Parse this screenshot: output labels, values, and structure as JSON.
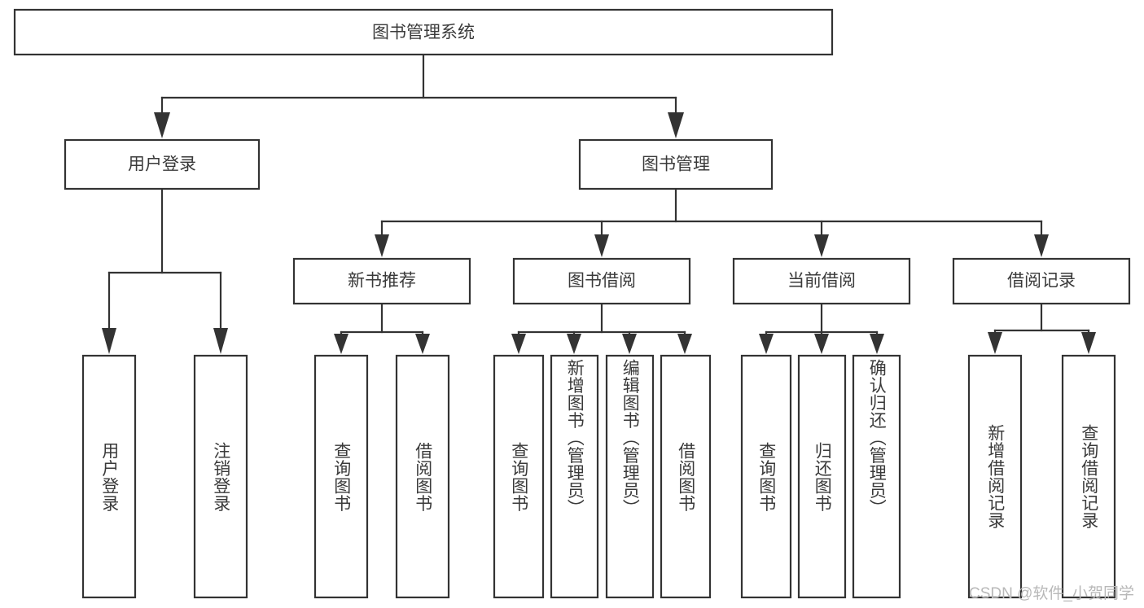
{
  "diagram": {
    "type": "tree",
    "title": "图书管理系统",
    "orientation": "top-down",
    "colors": {
      "background": "#ffffff",
      "stroke": "#333333",
      "text": "#3a3a3a",
      "watermark": "#b8b8b8"
    },
    "root": {
      "label": "图书管理系统"
    },
    "level1": [
      {
        "id": "user-login",
        "label": "用户登录"
      },
      {
        "id": "book-manage",
        "label": "图书管理"
      }
    ],
    "level2": [
      {
        "id": "new-book-recommend",
        "label": "新书推荐",
        "parent": "book-manage"
      },
      {
        "id": "book-borrow",
        "label": "图书借阅",
        "parent": "book-manage"
      },
      {
        "id": "current-borrow",
        "label": "当前借阅",
        "parent": "book-manage"
      },
      {
        "id": "borrow-record",
        "label": "借阅记录",
        "parent": "book-manage"
      }
    ],
    "leaves": [
      {
        "id": "leaf-user-login",
        "label": "用户登录",
        "parent": "user-login"
      },
      {
        "id": "leaf-logout-login",
        "label": "注销登录",
        "parent": "user-login"
      },
      {
        "id": "leaf-query-book-1",
        "label": "查询图书",
        "parent": "new-book-recommend"
      },
      {
        "id": "leaf-borrow-book-1",
        "label": "借阅图书",
        "parent": "new-book-recommend"
      },
      {
        "id": "leaf-query-book-2",
        "label": "查询图书",
        "parent": "book-borrow"
      },
      {
        "id": "leaf-add-book",
        "label": "新增图书（管理员）",
        "parent": "book-borrow"
      },
      {
        "id": "leaf-edit-book",
        "label": "编辑图书（管理员）",
        "parent": "book-borrow"
      },
      {
        "id": "leaf-borrow-book-2",
        "label": "借阅图书",
        "parent": "book-borrow"
      },
      {
        "id": "leaf-query-book-3",
        "label": "查询图书",
        "parent": "current-borrow"
      },
      {
        "id": "leaf-return-book",
        "label": "归还图书",
        "parent": "current-borrow"
      },
      {
        "id": "leaf-confirm-return",
        "label": "确认归还（管理员）",
        "parent": "current-borrow"
      },
      {
        "id": "leaf-add-record",
        "label": "新增借阅记录",
        "parent": "borrow-record"
      },
      {
        "id": "leaf-query-record",
        "label": "查询借阅记录",
        "parent": "borrow-record"
      }
    ]
  },
  "watermark": {
    "text": "CSDN @软件_小贺同学"
  }
}
